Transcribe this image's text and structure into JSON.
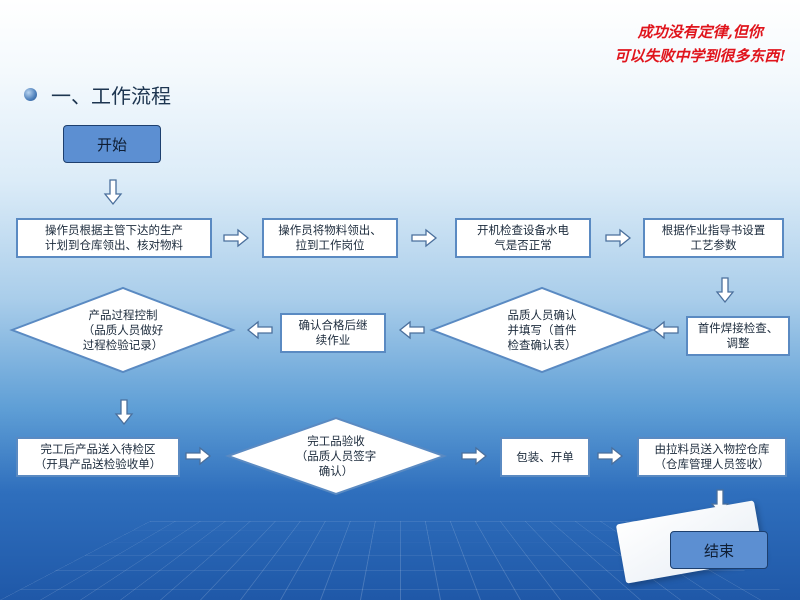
{
  "slogan": {
    "line1": "成功没有定律,但你",
    "line2": "可以失败中学到很多东西!"
  },
  "section_title": "一、工作流程",
  "flow": {
    "start": "开始",
    "end": "结束",
    "row1": [
      "操作员根据主管下达的生产\n计划到仓库领出、核对物料",
      "操作员将物料领出、\n拉到工作岗位",
      "开机检查设备水电\n气是否正常",
      "根据作业指导书设置\n工艺参数"
    ],
    "row2": {
      "diamond_left": "产品过程控制\n（品质人员做好\n过程检验记录）",
      "box_confirm": "确认合格后继\n续作业",
      "diamond_right": "品质人员确认\n并填写（首件\n检查确认表）",
      "box_first": "首件焊接检查、\n调整"
    },
    "row3": {
      "box_wait": "完工后产品送入待检区\n（开具产品送检验收单）",
      "diamond_accept": "完工品验收\n（品质人员签字\n确认）",
      "box_pack": "包装、开单",
      "box_store": "由拉料员送入物控仓库\n（仓库管理人员签收）"
    }
  },
  "colors": {
    "accent": "#5c8fd2",
    "node_border": "#5a8ac2",
    "slogan": "#e0141c"
  }
}
